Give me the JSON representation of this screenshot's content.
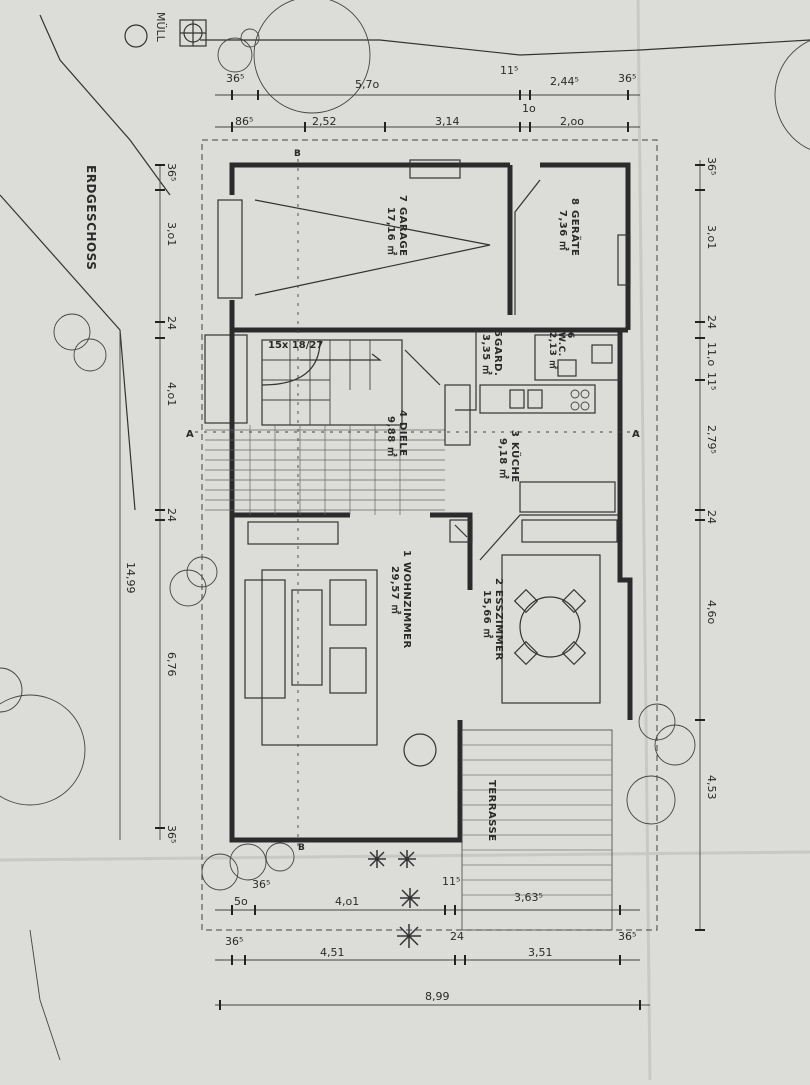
{
  "plan": {
    "title": "ERDGESCHOSS",
    "bin_label": "MÜLL",
    "stair_label": "15x 18/27",
    "section_a": "A",
    "section_b": "B",
    "terrace": "TERRASSE"
  },
  "rooms": [
    {
      "no": "1",
      "name": "WOHNZIMMER",
      "area": "29,57 ㎡"
    },
    {
      "no": "2",
      "name": "ESSZIMMER",
      "area": "15,66 ㎡"
    },
    {
      "no": "3",
      "name": "KÜCHE",
      "area": "9,18 ㎡"
    },
    {
      "no": "4",
      "name": "DIELE",
      "area": "9,88 ㎡"
    },
    {
      "no": "5",
      "name": "GARD.",
      "area": "3,35 ㎡"
    },
    {
      "no": "6",
      "name": "W.C.",
      "area": "2,13 ㎡"
    },
    {
      "no": "7",
      "name": "GARAGE",
      "area": "17,16 ㎡"
    },
    {
      "no": "8",
      "name": "GERÄTE",
      "area": "7,36 ㎡"
    }
  ],
  "dims": {
    "top_row1": [
      "36⁵",
      "5,7o",
      "11⁵",
      "2,44⁵",
      "36⁵"
    ],
    "top_row2": [
      "86⁵",
      "2,52",
      "3,14",
      "1o",
      "2,oo"
    ],
    "left_col": [
      "36⁵",
      "3,o1",
      "24",
      "4,o1",
      "24",
      "6,76",
      "36⁵"
    ],
    "left_total": "14,99",
    "right_col": [
      "36⁵",
      "3,o1",
      "24",
      "11,o",
      "11⁵",
      "2,79⁵",
      "24",
      "4,6o",
      "4,53"
    ],
    "bottom_row1": [
      "5o",
      "36⁵",
      "4,o1",
      "11⁵",
      "3,63⁵"
    ],
    "bottom_row2": [
      "36⁵",
      "4,51",
      "24",
      "3,51",
      "36⁵"
    ],
    "bottom_total": "8,99"
  }
}
